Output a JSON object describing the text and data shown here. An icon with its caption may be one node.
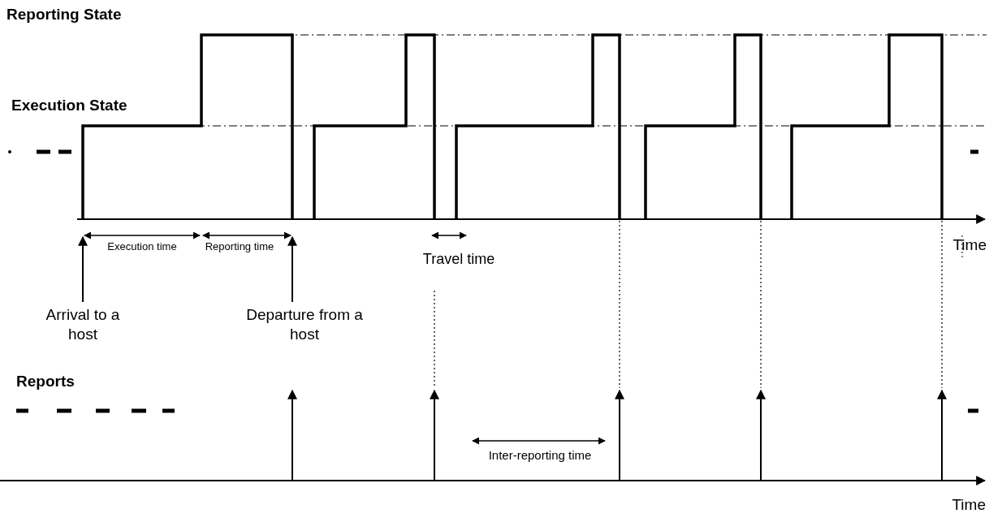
{
  "diagram": {
    "nodes": [
      {
        "text": [
          "Arrival to a host"
        ]
      },
      {
        "text": [
          "Departure from a host"
        ]
      }
    ],
    "edges": [
      {
        "from": 0,
        "to": null,
        "arrow": "to"
      },
      {
        "from": 1,
        "to": null,
        "arrow": "to"
      }
    ],
    "labels": [
      "Reporting State",
      "Execution State",
      "Execution time",
      "Reporting time",
      "Travel time",
      "Time",
      "Reports",
      "Inter-reporting time",
      "Time"
    ]
  }
}
